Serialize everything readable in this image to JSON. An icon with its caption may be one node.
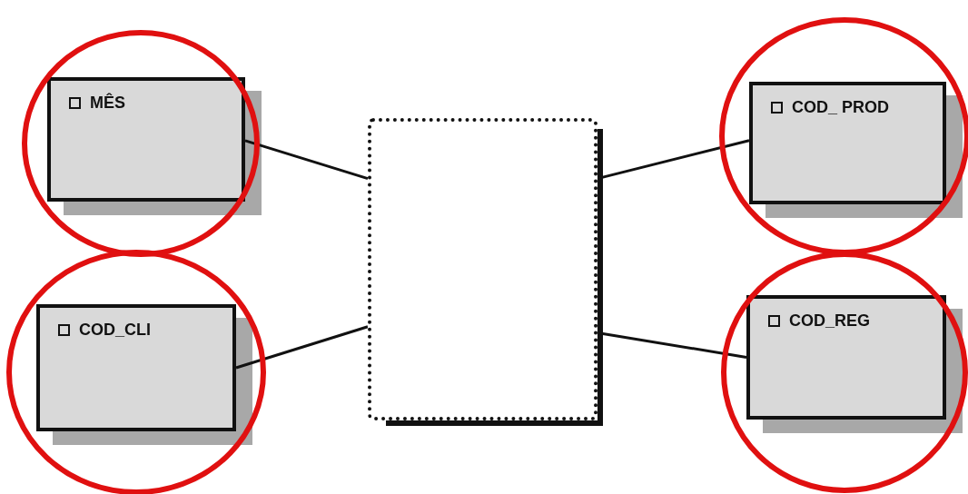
{
  "diagram": {
    "nodes": [
      {
        "text": [
          "MÊS"
        ]
      },
      {
        "text": [],
        "shape": "box"
      },
      {
        "text": [
          "COD_ PROD"
        ]
      },
      {
        "text": [
          "COD_CLI"
        ]
      },
      {
        "text": [
          "COD_REG"
        ]
      }
    ],
    "edges": [
      {
        "from": 0,
        "to": 1,
        "arrow": "none"
      },
      {
        "from": 2,
        "to": 1,
        "arrow": "none"
      },
      {
        "from": 3,
        "to": 1,
        "arrow": "none"
      },
      {
        "from": 4,
        "to": 1,
        "arrow": "none"
      }
    ]
  }
}
